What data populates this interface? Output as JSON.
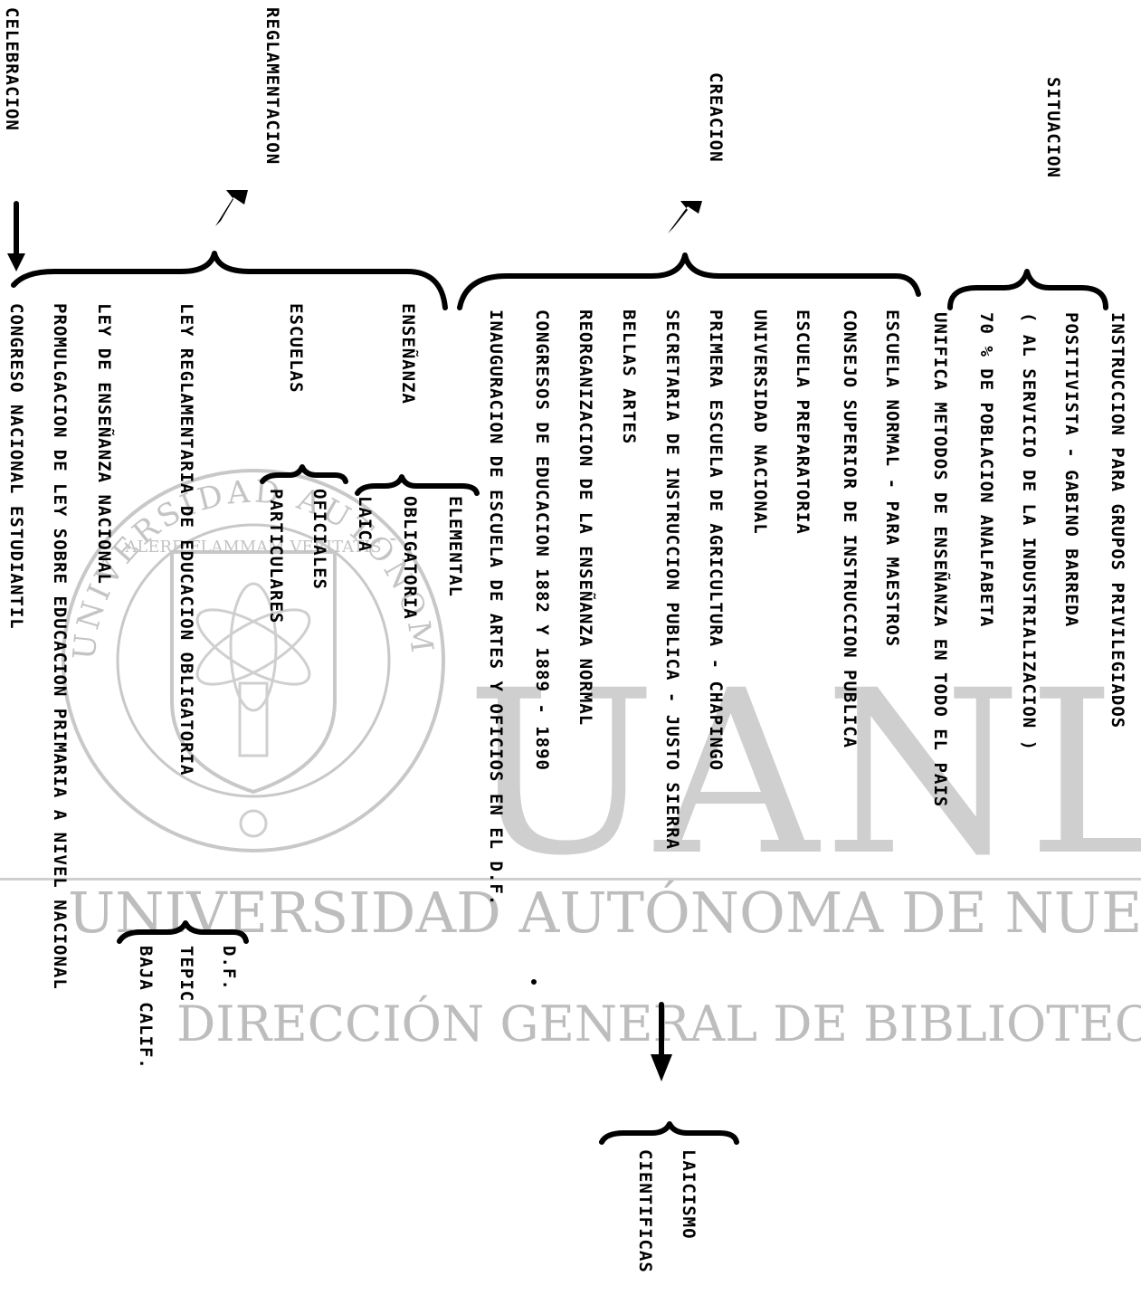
{
  "watermark": {
    "big": "UANL",
    "line1": "UNIVERSIDAD AUTÓNOMA DE NUEVO LEÓN",
    "line2": "DIRECCIÓN GENERAL DE BIBLIOTECAS",
    "seal_ring_top": "UNIVERSIDAD AUTÓNOMA DE NUEVO LEÓN",
    "seal_motto": "ALERE FLAMMAM VERITATIS"
  },
  "situacion": {
    "heading": "SITUACION",
    "items": [
      "INSTRUCCION PARA GRUPOS PRIVILEGIADOS",
      "POSITIVISTA - GABINO BARREDA",
      "( AL SERVICIO DE LA INDUSTRIALIZACION )",
      "70 % DE POBLACION ANALFABETA",
      "UNIFICA METODOS DE ENSEÑANZA EN TODO EL PAIS"
    ]
  },
  "creacion": {
    "heading": "CREACION",
    "items": [
      "ESCUELA NORMAL - PARA MAESTROS",
      "CONSEJO SUPERIOR DE INSTRUCCION PUBLICA",
      "ESCUELA PREPARATORIA",
      "UNIVERSIDAD NACIONAL",
      "PRIMERA ESCUELA DE AGRICULTURA - CHAPINGO",
      "SECRETARIA DE INSTRUCCION PUBLICA - JUSTO SIERRA",
      "BELLAS ARTES",
      "REORGANIZACION DE LA ENSEÑANZA NORMAL",
      "CONGRESOS DE EDUCACION 1882 Y 1889 - 1890",
      "INAUGURACION DE ESCUELA DE ARTES Y OFICIOS EN EL D.F."
    ],
    "sierra_branch": [
      "LAICISMO",
      "CIENTIFICAS"
    ]
  },
  "reglamentacion": {
    "heading": "REGLAMENTACION",
    "ensenanza": {
      "label": "ENSEÑANZA",
      "items": [
        "ELEMENTAL",
        "OBLIGATORIA",
        "LAICA"
      ]
    },
    "escuelas": {
      "label": "ESCUELAS",
      "items": [
        "OFICIALES",
        "PARTICULARES"
      ]
    },
    "ley": "LEY REGLAMENTARIA DE EDUCACION OBLIGATORIA",
    "ley_items": [
      "D.F.",
      "TEPIC",
      "BAJA CALIF."
    ],
    "ley_nacional": "LEY DE ENSEÑANZA NACIONAL"
  },
  "celebracion": {
    "heading": "CELEBRACION",
    "items": [
      "PROMULGACION DE LEY SOBRE EDUCACION PRIMARIA A NIVEL NACIONAL",
      "CONGRESO NACIONAL ESTUDIANTIL"
    ]
  }
}
